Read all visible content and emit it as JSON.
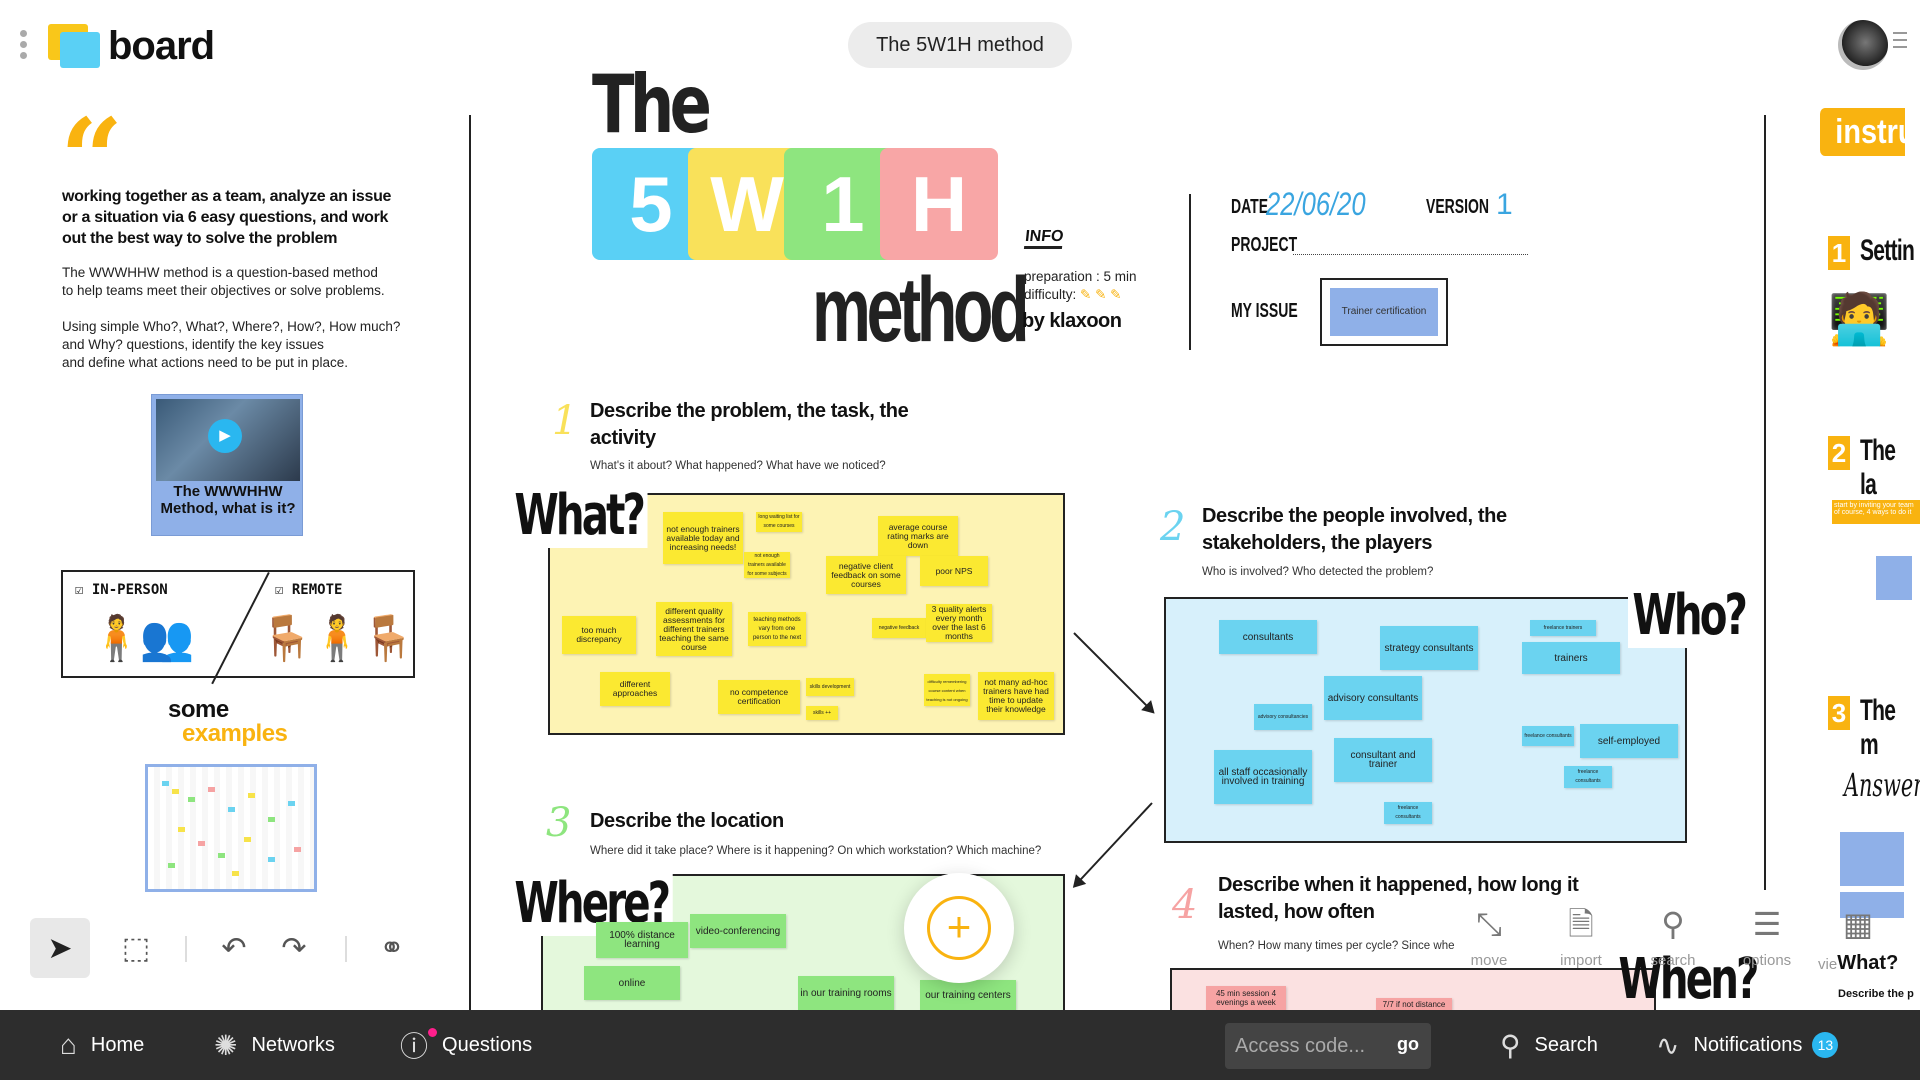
{
  "app": {
    "brand": "board",
    "board_title": "The 5W1H method"
  },
  "left_panel": {
    "quote_mark": "“",
    "lead": "working together as a team, analyze an issue or a situation via 6 easy questions, and work out the best way to solve the problem",
    "description": "The WWWHHW method is a question-based method\nto help teams meet their objectives or solve problems.\n\nUsing simple Who?, What?, Where?, How?, How much?\nand Why? questions, identify the key issues\nand define what actions need to be put in place.",
    "video_caption": "The WWWHHW Method, what is it?",
    "mode_in_person": "IN-PERSON",
    "mode_remote": "REMOTE",
    "some": "some",
    "examples": "examples"
  },
  "header_block": {
    "the": "The",
    "letters": [
      "5",
      "W",
      "1",
      "H"
    ],
    "letter_colors": [
      "#5ad0f5",
      "#f9e15a",
      "#8ee57f",
      "#f8a6a6"
    ],
    "method": "method",
    "info": "INFO",
    "preparation": "preparation : 5 min",
    "difficulty": "difficulty:",
    "by": "by klaxoon",
    "date_label": "DATE",
    "date_value": "22/06/20",
    "version_label": "VERSION",
    "version_value": "1",
    "project_label": "PROJECT",
    "issue_label": "MY ISSUE",
    "issue_note": "Trainer certification"
  },
  "sections": {
    "s1": {
      "num": "1",
      "title": "Describe the problem, the task, the activity",
      "sub": "What's it about? What happened? What have we noticed?",
      "q": "What?"
    },
    "s2": {
      "num": "2",
      "title": "Describe the people involved, the stakeholders, the players",
      "sub": "Who is involved? Who detected the problem?",
      "q": "Who?"
    },
    "s3": {
      "num": "3",
      "title": "Describe the location",
      "sub": "Where did it take place? Where is it happening? On which workstation? Which machine?",
      "q": "Where?"
    },
    "s4": {
      "num": "4",
      "title": "Describe when it happened, how long it lasted, how often",
      "sub": "When? How many times per cycle? Since whe",
      "q": "When?"
    }
  },
  "notes_what": [
    "not enough trainers available today and increasing needs!",
    "long waiting list for some courses",
    "average course rating marks are down",
    "not enough trainers available for some subjects",
    "negative client feedback on some courses",
    "poor NPS",
    "too much discrepancy",
    "different quality assessments for different trainers teaching the same course",
    "teaching methods vary from one person to the next",
    "negative feedback",
    "3 quality alerts every month over the last 6 months",
    "different approaches",
    "no competence certification",
    "skills development",
    "skills ++",
    "difficulty remembering course content when teaching is not ongoing",
    "not many ad-hoc trainers have had time to update their knowledge"
  ],
  "notes_who": [
    "consultants",
    "strategy consultants",
    "freelance trainers",
    "trainers",
    "advisory consultants",
    "advisory consultancies",
    "freelance consultants",
    "self-employed",
    "all staff occasionally involved in training",
    "consultant and trainer",
    "freelance consultants",
    "freelance consultants"
  ],
  "notes_where": [
    "100% distance learning",
    "video-conferencing",
    "online",
    "in our training rooms",
    "our training centers"
  ],
  "notes_when": [
    "45 min session 4 evenings a week",
    "7/7 if not distance"
  ],
  "right_col": {
    "instru": "instru",
    "items": [
      {
        "n": "1",
        "t": "Settin"
      },
      {
        "n": "2",
        "t": "The la"
      },
      {
        "n": "3",
        "t": "The m"
      }
    ],
    "answer": "Answeri",
    "snippet": "start by inviting your team of course, 4 ways to do it",
    "view_label": "vie",
    "what": "What?",
    "describe": "Describe the p"
  },
  "quick_actions": [
    {
      "icon": "move-icon",
      "label": "move"
    },
    {
      "icon": "import-icon",
      "label": "import"
    },
    {
      "icon": "search-icon",
      "label": "search"
    },
    {
      "icon": "options-icon",
      "label": "options"
    }
  ],
  "bottom_nav": {
    "home": "Home",
    "networks": "Networks",
    "questions": "Questions",
    "access_placeholder": "Access code...",
    "go": "go",
    "search": "Search",
    "notifications": "Notifications",
    "notif_count": "13"
  },
  "colors": {
    "accent_yellow": "#f9b310",
    "accent_blue": "#2ab7f0",
    "bar": "#2d2d2d",
    "notif_dot": "#ff1f8c"
  }
}
